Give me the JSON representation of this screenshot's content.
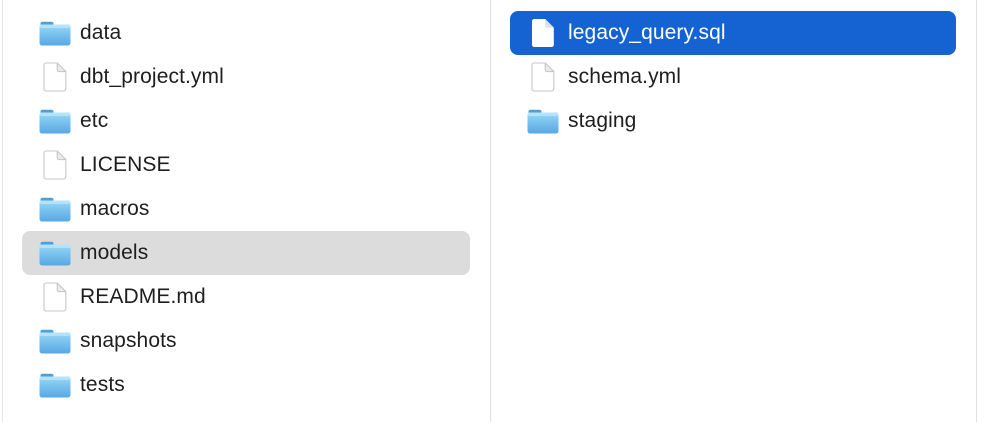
{
  "finder": {
    "view": "column-view-file-browser",
    "columns": [
      {
        "name": "left",
        "items": [
          {
            "label": "data",
            "type": "folder",
            "chevron": true,
            "selected": "none"
          },
          {
            "label": "dbt_project.yml",
            "type": "file",
            "chevron": false,
            "selected": "none"
          },
          {
            "label": "etc",
            "type": "folder",
            "chevron": true,
            "selected": "none"
          },
          {
            "label": "LICENSE",
            "type": "file",
            "chevron": false,
            "selected": "none"
          },
          {
            "label": "macros",
            "type": "folder",
            "chevron": true,
            "selected": "none"
          },
          {
            "label": "models",
            "type": "folder",
            "chevron": true,
            "selected": "inactive-gray"
          },
          {
            "label": "README.md",
            "type": "file",
            "chevron": false,
            "selected": "none"
          },
          {
            "label": "snapshots",
            "type": "folder",
            "chevron": true,
            "selected": "none"
          },
          {
            "label": "tests",
            "type": "folder",
            "chevron": true,
            "selected": "none"
          }
        ]
      },
      {
        "name": "right",
        "items": [
          {
            "label": "legacy_query.sql",
            "type": "file",
            "chevron": false,
            "selected": "active-blue"
          },
          {
            "label": "schema.yml",
            "type": "file",
            "chevron": false,
            "selected": "none"
          },
          {
            "label": "staging",
            "type": "folder",
            "chevron": true,
            "selected": "none"
          }
        ]
      }
    ],
    "icons": {
      "folder": "blue-macos-folder-icon",
      "file": "blank-document-icon",
      "chevron": "chevron-right-icon"
    },
    "colors": {
      "selection_active": "#1563d2",
      "selection_inactive": "#dcdcdc",
      "text": "#1e1e20",
      "text_selected": "#ffffff",
      "chevron": "#a0a0a0",
      "divider": "#e2e2e2",
      "background": "#ffffff",
      "folder_blue": "#58a8e3"
    }
  }
}
